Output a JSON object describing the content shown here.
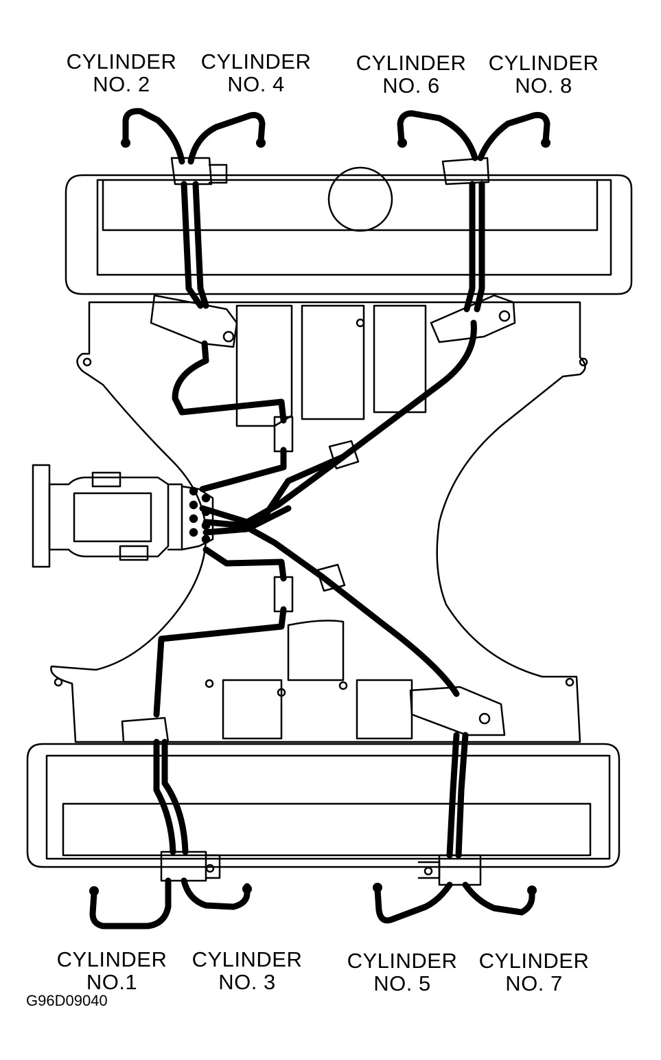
{
  "labels": {
    "cyl2": {
      "line1": "CYLINDER",
      "line2": "NO. 2"
    },
    "cyl4": {
      "line1": "CYLINDER",
      "line2": "NO. 4"
    },
    "cyl6": {
      "line1": "CYLINDER",
      "line2": "NO. 6"
    },
    "cyl8": {
      "line1": "CYLINDER",
      "line2": "NO. 8"
    },
    "cyl1": {
      "line1": "CYLINDER",
      "line2": "NO.1"
    },
    "cyl3": {
      "line1": "CYLINDER",
      "line2": "NO. 3"
    },
    "cyl5": {
      "line1": "CYLINDER",
      "line2": "NO. 5"
    },
    "cyl7": {
      "line1": "CYLINDER",
      "line2": "NO. 7"
    }
  },
  "figure_id": "G96D09040",
  "colors": {
    "line": "#000000",
    "background": "#ffffff"
  }
}
